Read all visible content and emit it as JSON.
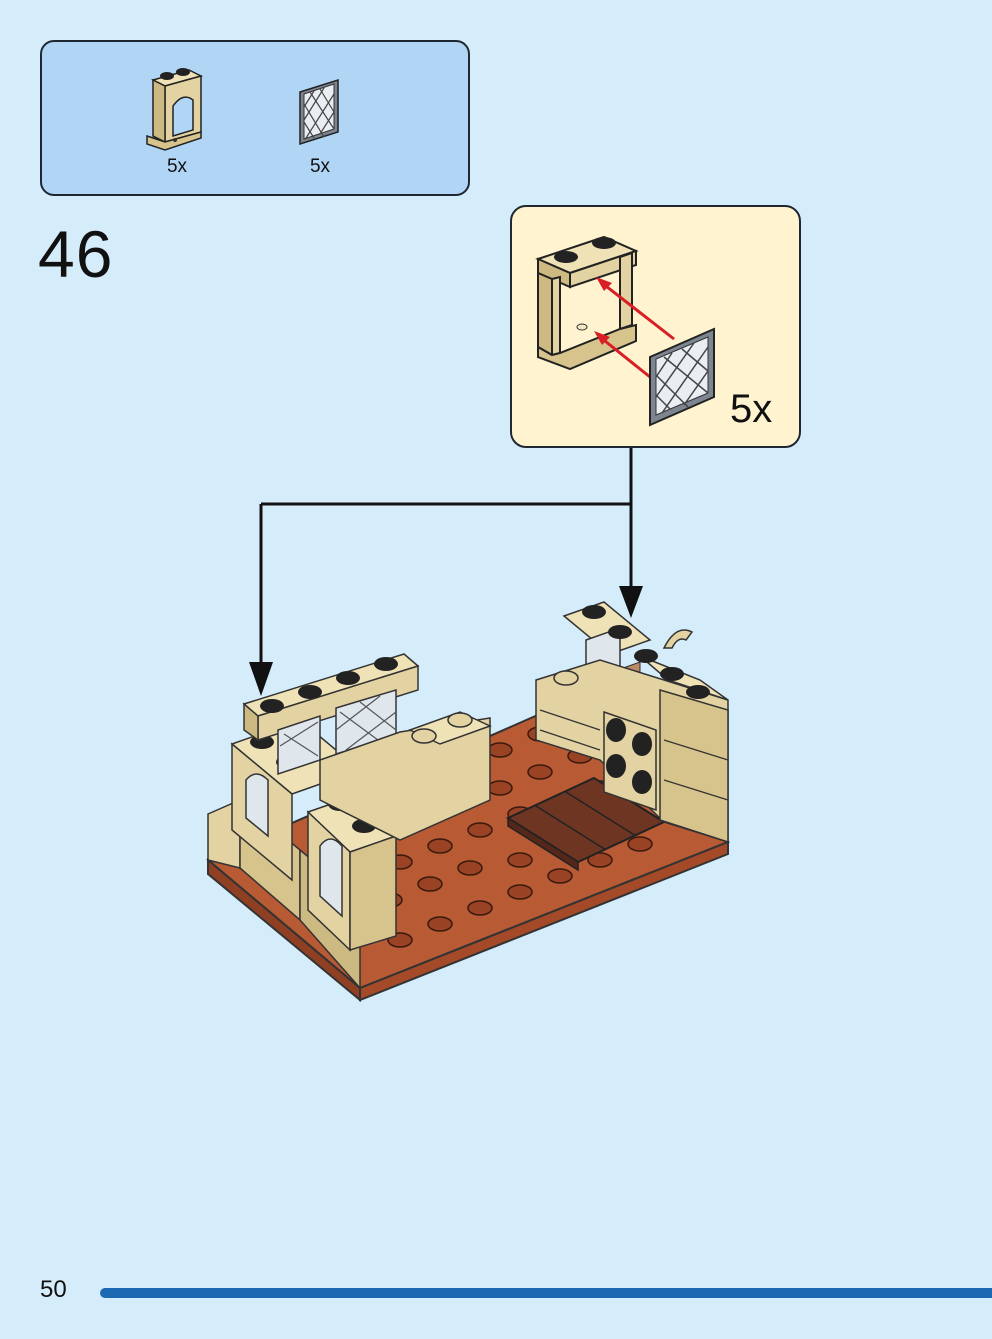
{
  "parts_list": {
    "items": [
      {
        "icon": "tan-window-frame-icon",
        "quantity": "5x"
      },
      {
        "icon": "lattice-glass-pane-icon",
        "quantity": "5x"
      }
    ]
  },
  "step": {
    "number": "46"
  },
  "callout": {
    "quantity": "5x"
  },
  "footer": {
    "page_number": "50"
  },
  "colors": {
    "background": "#d5ecfb",
    "parts_box": "#b1d6f5",
    "callout_box": "#fff4cf",
    "tan": "#e3d3a2",
    "reddish_brown": "#a9502f",
    "dark_brown": "#6e3522",
    "arrow_red": "#d81f26",
    "page_bar": "#1d68b3"
  }
}
